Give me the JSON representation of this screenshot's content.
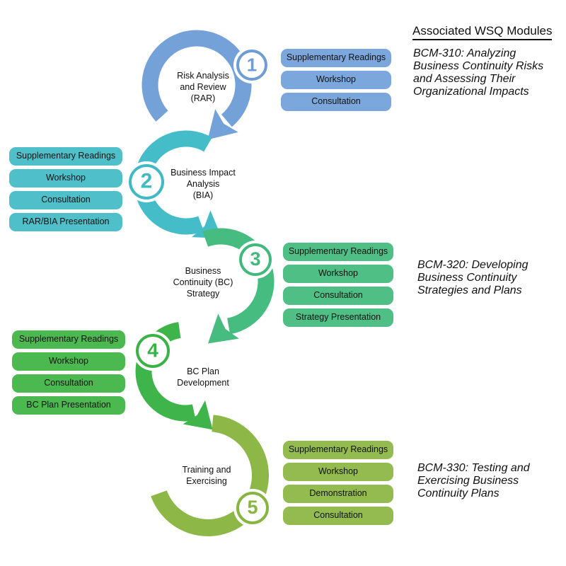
{
  "title": "Associated WSQ Modules",
  "steps": [
    {
      "number": "1",
      "label": "Risk Analysis\nand Review\n(RAR)",
      "activities": [
        "Supplementary Readings",
        "Workshop",
        "Consultation"
      ],
      "module": "BCM-310: Analyzing\nBusiness Continuity Risks\nand Assessing Their\nOrganizational Impacts",
      "colors": {
        "box": "#7CA7DC",
        "arc": "#74A1D8",
        "accent": "#6E9CD4"
      }
    },
    {
      "number": "2",
      "label": "Business Impact\nAnalysis\n(BIA)",
      "activities": [
        "Supplementary Readings",
        "Workshop",
        "Consultation",
        "RAR/BIA Presentation"
      ],
      "module": null,
      "colors": {
        "box": "#4FC0CA",
        "arc": "#45BDC8",
        "accent": "#3FB9C4"
      }
    },
    {
      "number": "3",
      "label": "Business\nContinuity (BC)\nStrategy",
      "activities": [
        "Supplementary Readings",
        "Workshop",
        "Consultation",
        "Strategy Presentation"
      ],
      "module": "BCM-320: Developing\nBusiness Continuity\nStrategies and Plans",
      "colors": {
        "box": "#4FBF86",
        "arc": "#47BC80",
        "accent": "#42B97C"
      }
    },
    {
      "number": "4",
      "label": "BC Plan\nDevelopment",
      "activities": [
        "Supplementary Readings",
        "Workshop",
        "Consultation",
        "BC Plan Presentation"
      ],
      "module": null,
      "colors": {
        "box": "#4BB94F",
        "arc": "#3FB44A",
        "accent": "#3CB147"
      }
    },
    {
      "number": "5",
      "label": "Training and\nExercising",
      "activities": [
        "Supplementary Readings",
        "Workshop",
        "Demonstration",
        "Consultation"
      ],
      "module": "BCM-330: Testing and\nExercising Business\nContinuity Plans",
      "colors": {
        "box": "#93BB50",
        "arc": "#8DB747",
        "accent": "#88B441"
      }
    }
  ]
}
